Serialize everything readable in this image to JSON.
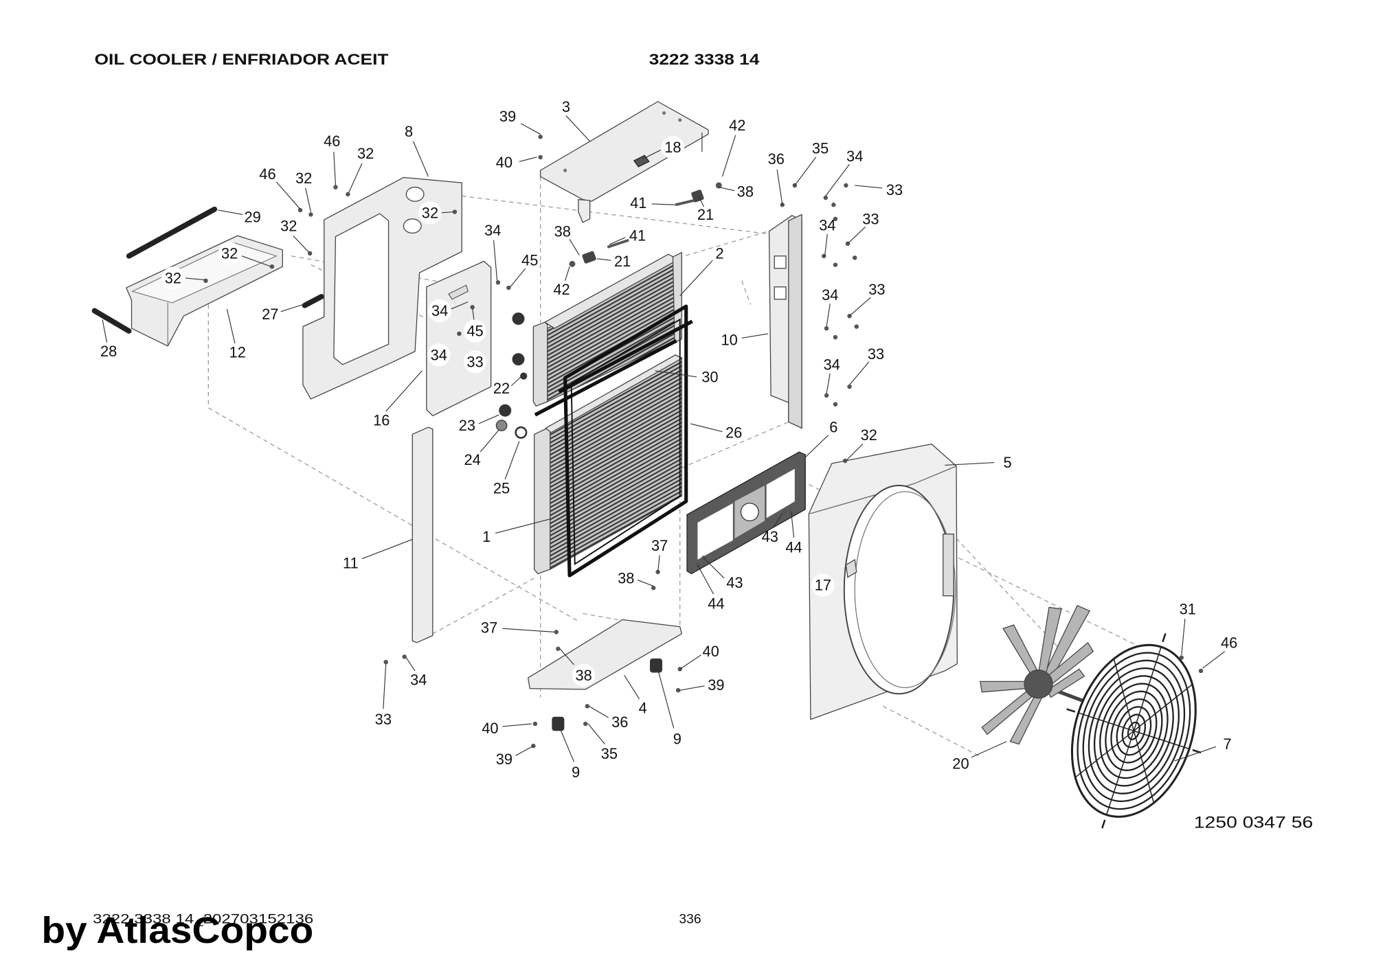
{
  "header": {
    "title": "OIL COOLER / ENFRIADOR ACEIT",
    "part_number": "3222 3338 14"
  },
  "drawing_number": "1250 0347 56",
  "footer": {
    "file_ref": "3222 3338 14_202703152136",
    "page_number": "336"
  },
  "watermark": "by AtlasCopco",
  "callouts": [
    "39",
    "3",
    "40",
    "18",
    "42",
    "38",
    "41",
    "21",
    "38",
    "41",
    "21",
    "42",
    "2",
    "36",
    "35",
    "34",
    "33",
    "34",
    "33",
    "34",
    "33",
    "10",
    "34",
    "33",
    "30",
    "26",
    "6",
    "32",
    "5",
    "46",
    "32",
    "8",
    "46",
    "32",
    "32",
    "29",
    "32",
    "32",
    "32",
    "27",
    "28",
    "12",
    "34",
    "45",
    "34",
    "45",
    "34",
    "33",
    "16",
    "22",
    "23",
    "24",
    "25",
    "1",
    "11",
    "37",
    "38",
    "43",
    "44",
    "43",
    "44",
    "17",
    "37",
    "38",
    "40",
    "39",
    "34",
    "33",
    "4",
    "36",
    "9",
    "40",
    "35",
    "39",
    "9",
    "31",
    "46",
    "7",
    "20"
  ]
}
